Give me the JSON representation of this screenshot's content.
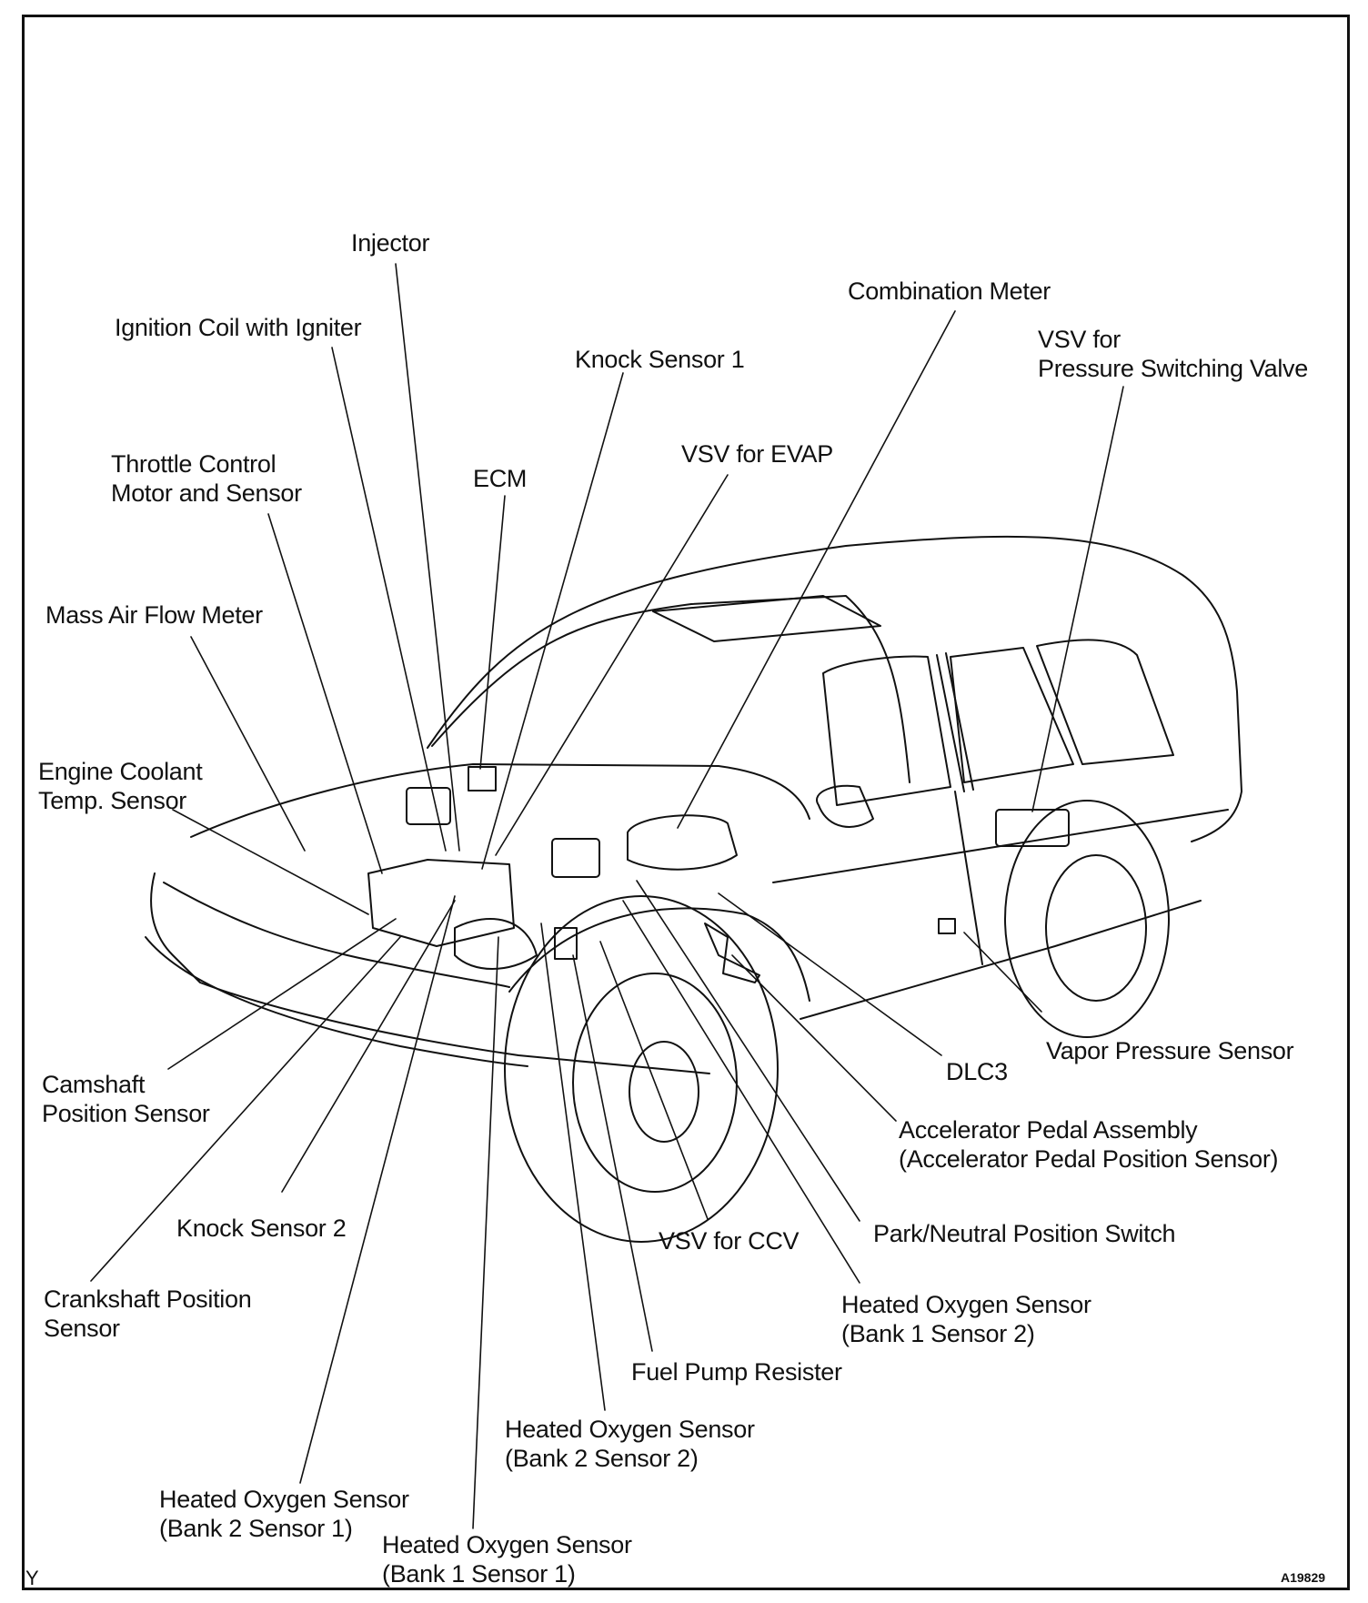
{
  "labels": {
    "injector": "Injector",
    "ignition_coil": "Ignition Coil with Igniter",
    "combination_meter": "Combination Meter",
    "vsv_pressure_1": "VSV for",
    "vsv_pressure_2": "Pressure Switching Valve",
    "knock_sensor_1": "Knock Sensor 1",
    "throttle_1": "Throttle Control",
    "throttle_2": "Motor and Sensor",
    "ecm": "ECM",
    "vsv_evap": "VSV for EVAP",
    "maf": "Mass Air Flow Meter",
    "ect_1": "Engine Coolant",
    "ect_2": "Temp. Sensor",
    "camshaft_1": "Camshaft",
    "camshaft_2": "Position Sensor",
    "knock_sensor_2": "Knock Sensor 2",
    "crankshaft_1": "Crankshaft Position",
    "crankshaft_2": "Sensor",
    "dlc3": "DLC3",
    "vapor_pressure": "Vapor Pressure Sensor",
    "accel_1": "Accelerator Pedal Assembly",
    "accel_2": "(Accelerator Pedal Position Sensor)",
    "vsv_ccv": "VSV for CCV",
    "park_neutral": "Park/Neutral Position Switch",
    "ho2_b1s2_1": "Heated Oxygen Sensor",
    "ho2_b1s2_2": "(Bank 1 Sensor 2)",
    "fuel_pump": "Fuel Pump Resister",
    "ho2_b2s2_1": "Heated Oxygen Sensor",
    "ho2_b2s2_2": "(Bank 2 Sensor 2)",
    "ho2_b2s1_1": "Heated Oxygen Sensor",
    "ho2_b2s1_2": "(Bank 2 Sensor 1)",
    "ho2_b1s1_1": "Heated Oxygen Sensor",
    "ho2_b1s1_2": "(Bank 1 Sensor 1)"
  },
  "corner_mark": "Y",
  "figure_code": "A19829"
}
